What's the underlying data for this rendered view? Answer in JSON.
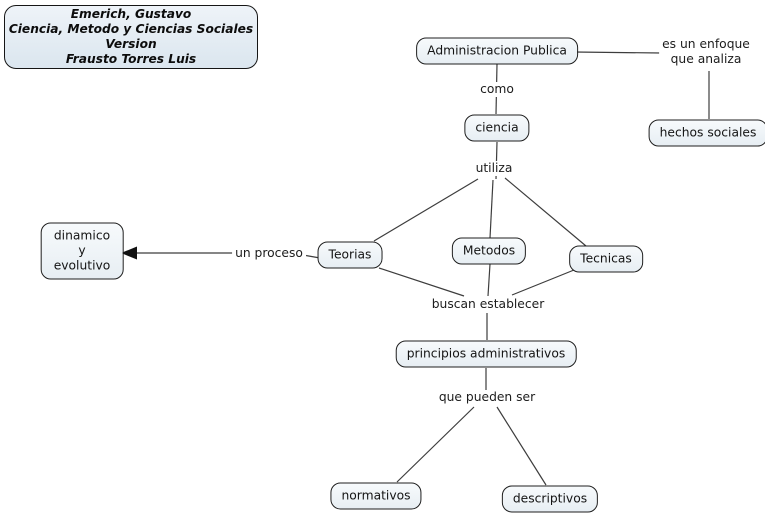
{
  "title_box": {
    "lines": [
      "Emerich, Gustavo",
      "Ciencia, Metodo y Ciencias Sociales",
      "Version",
      "Frausto Torres Luis"
    ]
  },
  "nodes": {
    "administracion_publica": {
      "label": "Administracion Publica"
    },
    "ciencia": {
      "label": "ciencia"
    },
    "hechos_sociales": {
      "label": "hechos sociales"
    },
    "teorias": {
      "label": "Teorias"
    },
    "metodos": {
      "label": "Metodos"
    },
    "tecnicas": {
      "label": "Tecnicas"
    },
    "dinamico_evolutivo": {
      "lines": [
        "dinamico",
        "y",
        "evolutivo"
      ]
    },
    "principios_administrativos": {
      "label": "principios administrativos"
    },
    "normativos": {
      "label": "normativos"
    },
    "descriptivos": {
      "label": "descriptivos"
    }
  },
  "links": {
    "como": "como",
    "es_un_enfoque": [
      "es un enfoque",
      "que analiza"
    ],
    "utiliza": "utiliza",
    "un_proceso": "un proceso",
    "buscan_establecer": "buscan establecer",
    "que_pueden_ser": "que pueden ser"
  },
  "colors": {
    "background": "#ffffff",
    "node_fill_top": "#f7fafc",
    "node_fill_bottom": "#e7eef3",
    "node_border": "#1f1f1f",
    "title_fill": "#dde8f0",
    "connector_line": "#3d3d3d",
    "arrowhead": "#111111",
    "text": "#141414"
  }
}
